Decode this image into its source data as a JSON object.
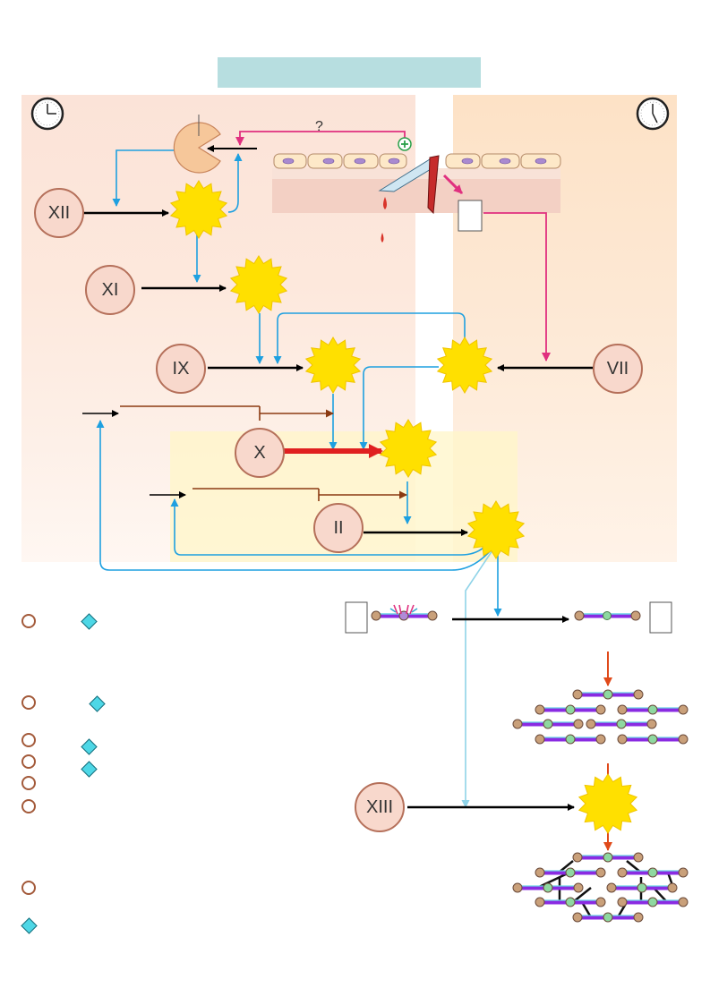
{
  "factors": {
    "xii": "XII",
    "xi": "XI",
    "ix": "IX",
    "vii": "VII",
    "x": "X",
    "ii": "II",
    "xiii": "XIII"
  },
  "question_mark": "?",
  "plus_sign": "+",
  "colors": {
    "blue_arrow": "#1ea0e0",
    "pink_arrow": "#e0307f",
    "brown_arrow": "#8b3a12",
    "red_arrow": "#e02020",
    "orange_arrow": "#e04a1a",
    "black_arrow": "#000000",
    "star": "#ffe000",
    "fibrin": "#8a2be2"
  },
  "icons": {
    "clock": "clock-icon",
    "star": "activated-factor-star",
    "legend_circle": "circle-marker",
    "legend_diamond": "diamond-marker"
  }
}
